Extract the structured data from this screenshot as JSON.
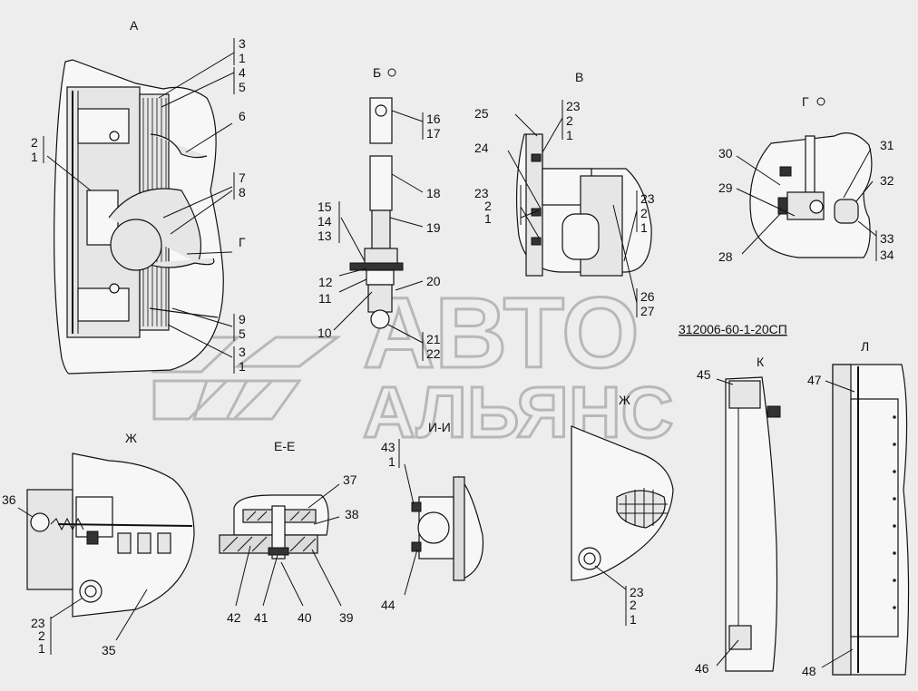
{
  "document_number": "312006-60-1-20СП",
  "watermark": {
    "line1": "АВТО",
    "line2": "АЛЬЯНС"
  },
  "views": {
    "A": {
      "title": "А"
    },
    "B": {
      "title": "Б"
    },
    "V": {
      "title": "В"
    },
    "G": {
      "title": "Г"
    },
    "Zh1": {
      "title": "Ж"
    },
    "Zh2": {
      "title": "Ж"
    },
    "EE": {
      "title": "Е-Е"
    },
    "II": {
      "title": "И-И"
    },
    "K": {
      "title": "К"
    },
    "L": {
      "title": "Л"
    }
  },
  "callouts": {
    "a_3_1_top": [
      "3",
      "1"
    ],
    "a_4_5": [
      "4",
      "5"
    ],
    "a_6": "6",
    "a_2_1": [
      "2",
      "1"
    ],
    "a_7_8": [
      "7",
      "8"
    ],
    "a_g": "Г",
    "a_9_5": [
      "9",
      "5"
    ],
    "a_3_1_bot": [
      "3",
      "1"
    ],
    "b_16_17": [
      "16",
      "17"
    ],
    "b_18": "18",
    "b_19": "19",
    "b_15_14_13": [
      "15",
      "14",
      "13"
    ],
    "b_12": "12",
    "b_11": "11",
    "b_20": "20",
    "b_10": "10",
    "b_21_22": [
      "21",
      "22"
    ],
    "v_25": "25",
    "v_23_2_1_top": [
      "23",
      "2",
      "1"
    ],
    "v_24": "24",
    "v_23_2_1_left": [
      "23",
      "2",
      "1"
    ],
    "v_23_2_1_right": [
      "23",
      "2",
      "1"
    ],
    "v_26_27": [
      "26",
      "27"
    ],
    "g_30": "30",
    "g_31": "31",
    "g_29": "29",
    "g_32": "32",
    "g_28": "28",
    "g_33_34": [
      "33",
      "34"
    ],
    "zh1_36": "36",
    "zh1_23_2_1": [
      "23",
      "2",
      "1"
    ],
    "zh1_35": "35",
    "ee_37": "37",
    "ee_38": "38",
    "ee_42": "42",
    "ee_41": "41",
    "ee_40": "40",
    "ee_39": "39",
    "ii_43_1": [
      "43",
      "1"
    ],
    "ii_44": "44",
    "zh2_23_2_1": [
      "23",
      "2",
      "1"
    ],
    "k_45": "45",
    "k_46": "46",
    "l_47": "47",
    "l_48": "48"
  }
}
